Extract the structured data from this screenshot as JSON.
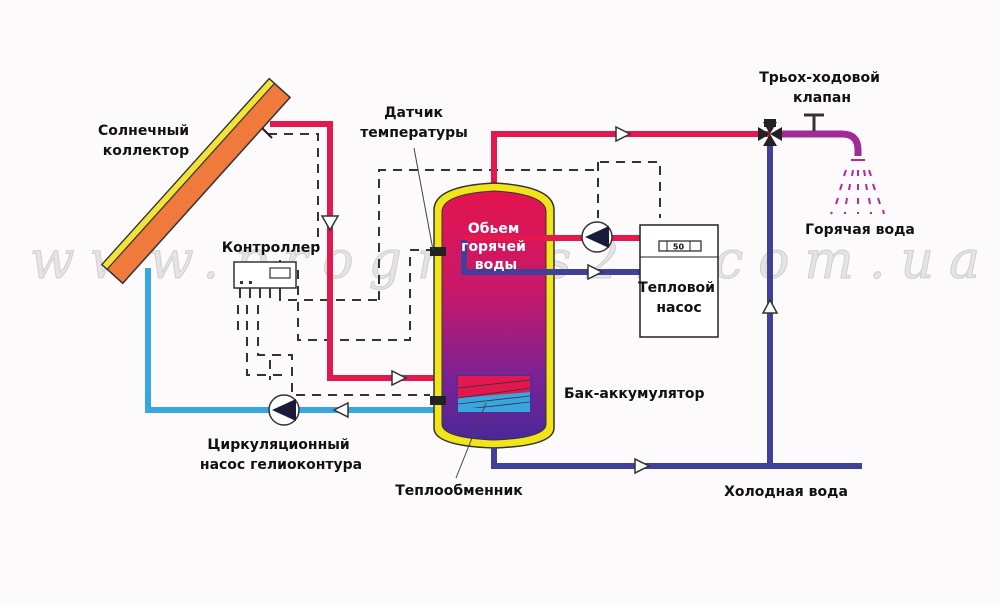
{
  "labels": {
    "solar_collector": [
      "Солнечный",
      "коллектор"
    ],
    "temperature_sensor": [
      "Датчик",
      "температуры"
    ],
    "controller": "Контроллер",
    "hot_water_volume": [
      "Обьем",
      "горячей",
      "воды"
    ],
    "heat_pump": [
      "Тепловой",
      "насос"
    ],
    "heat_pump_display": "50",
    "storage_tank": "Бак-аккумулятор",
    "circulation_pump": [
      "Циркуляционный",
      "насос гелиоконтура"
    ],
    "heat_exchanger": "Теплообменник",
    "three_way_valve": [
      "Трьох-ходовой",
      "клапан"
    ],
    "hot_water": "Горячая вода",
    "cold_water": "Холодная вода"
  },
  "watermark": "www.progress21.com.ua",
  "colors": {
    "hot_pipe": "#e3184f",
    "cold_pipe": "#40409a",
    "solar_return": "#3aa6e0",
    "tap_pipe": "#a02a96",
    "collector_body": "#ef7a3c",
    "collector_glass": "#f3e23a",
    "tank_insulation": "#f2e41a",
    "tank_top": "#e0144e",
    "tank_bottom": "#4a2a9a"
  }
}
